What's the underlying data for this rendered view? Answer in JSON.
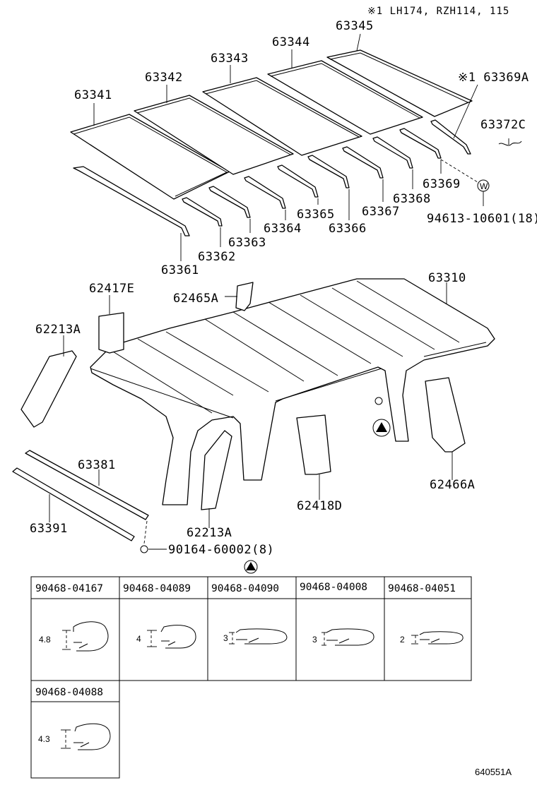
{
  "header_note": "※1 LH174, RZH114, 115",
  "drawing_code": "640551A",
  "part_labels": {
    "p63345": "63345",
    "p63344": "63344",
    "p63343": "63343",
    "p63342": "63342",
    "p63341": "63341",
    "p63369A": "※1 63369A",
    "p63372C": "63372C",
    "p63369": "63369",
    "p63368": "63368",
    "p63367": "63367",
    "p63366": "63366",
    "p63365": "63365",
    "p63364": "63364",
    "p63363": "63363",
    "p63362": "63362",
    "p63361": "63361",
    "p94613": "94613-10601(18)",
    "w_symbol": "W",
    "p63310": "63310",
    "p62417E": "62417E",
    "p62465A": "62465A",
    "p62213A_top": "62213A",
    "p62466A": "62466A",
    "p63381": "63381",
    "p63391": "63391",
    "p62213A_bottom": "62213A",
    "p62418D": "62418D",
    "p90164": "90164-60002(8)"
  },
  "clip_table": {
    "rows": [
      [
        {
          "part_no": "90468-04167",
          "dimension": "4.8"
        },
        {
          "part_no": "90468-04089",
          "dimension": "4"
        },
        {
          "part_no": "90468-04090",
          "dimension": "3"
        },
        {
          "part_no": "90468-04008",
          "dimension": "3"
        },
        {
          "part_no": "90468-04051",
          "dimension": "2"
        }
      ],
      [
        {
          "part_no": "90468-04088",
          "dimension": "4.3"
        }
      ]
    ]
  }
}
